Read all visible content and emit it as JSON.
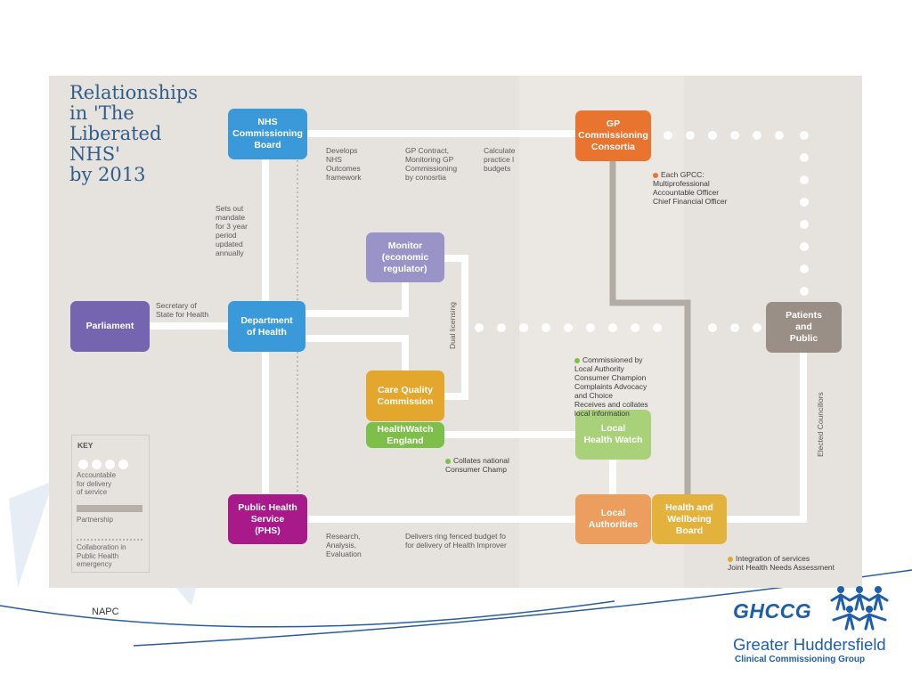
{
  "title": "Relationships\nin 'The\nLiberated\nNHS'\nby 2013",
  "boxes": {
    "nhs_board": "NHS\nCommissioning\nBoard",
    "gp_consortia": "GP\nCommissioning\nConsortia",
    "monitor": "Monitor\n(economic\nregulator)",
    "parliament": "Parliament",
    "doh": "Department\nof Health",
    "patients": "Patients\nand\nPublic",
    "cqc": "Care Quality\nCommission",
    "healthwatch_england": "HealthWatch\nEngland",
    "local_healthwatch": "Local\nHealth Watch",
    "phs": "Public Health\nService\n(PHS)",
    "local_authorities": "Local\nAuthorities",
    "hwb": "Health and\nWellbeing\nBoard"
  },
  "notes": {
    "develops": "Develops\nNHS\nOutcomes\nframework",
    "gp_contract": "GP Contract,\nMonitoring GP\nCommissioning\nby conosrtia",
    "calculate": "Calculate\npractice l\nbudgets",
    "sets_out": "Sets out\nmandate\nfor 3 year\nperiod\nupdated\nannually",
    "secretary": "Secretary of\nState for Health",
    "each_gpcc": "Each GPCC:\nMultiprofessional\nAccountable Officer\nChief Financial Officer",
    "commissioned": "Commissioned by\nLocal Authority\nConsumer Champion\nComplaints Advocacy\nand Choice\nReceives and collates\nlocal information",
    "collates": "Collates national\nConsumer Champ",
    "research": "Research,\nAnalysis,\nEvaluation",
    "delivers": "Delivers ring fenced budget fo\nfor delivery of Health Improver",
    "integration": "Integration of services\nJoint Health Needs Assessment",
    "dual_licensing": "Dual licensing",
    "elected": "Elected Councillors"
  },
  "key": {
    "title": "KEY",
    "accountable": "Accountable\nfor delivery\nof service",
    "partnership": "Partnership",
    "collaboration": "Collaboration in\nPublic Health\nemergency"
  },
  "footer": {
    "napc": "NAPC",
    "logo_abbrev": "GHCCG",
    "org_name": "Greater Huddersfield",
    "org_sub": "Clinical Commissioning Group"
  },
  "colors": {
    "blue": "#3a9ad9",
    "orange": "#e8742f",
    "lavender": "#9a93c8",
    "purple": "#7565b0",
    "taupe": "#9a8f86",
    "gold": "#e3a72d",
    "green": "#7dbf4a",
    "light_green": "#a9d17a",
    "magenta": "#a8198a",
    "peach": "#eb9e5d",
    "brand": "#1f5ea8"
  }
}
